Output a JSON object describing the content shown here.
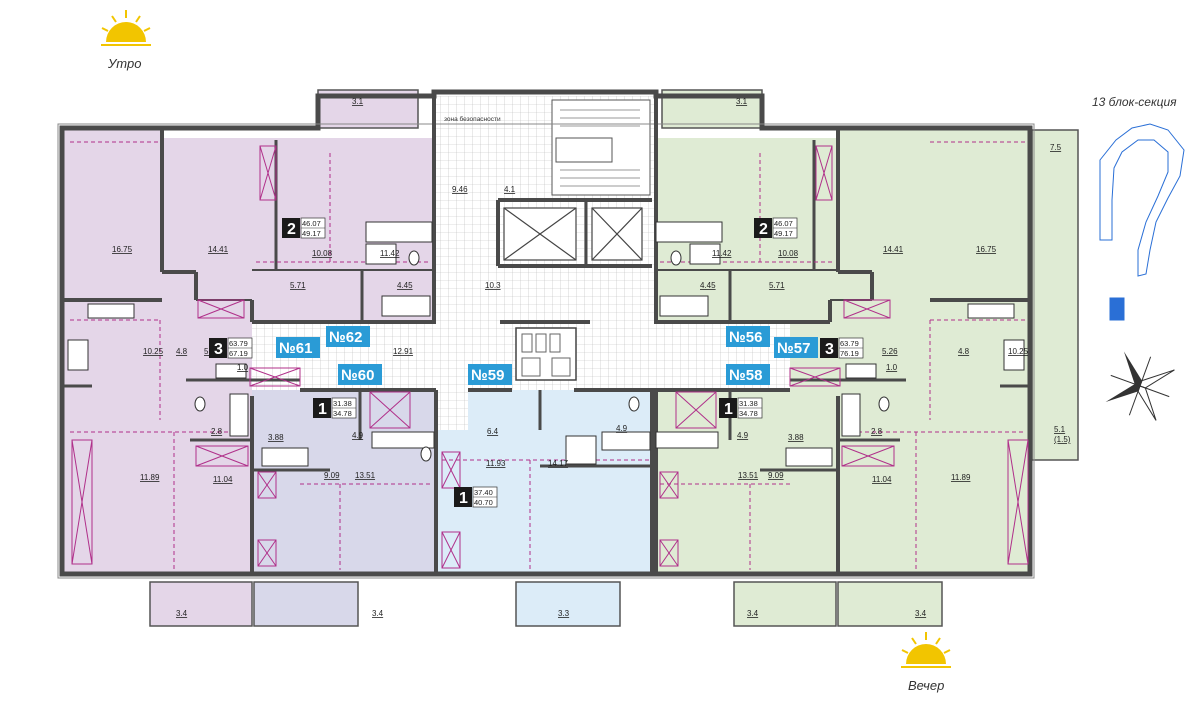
{
  "captions": {
    "morning": "Утро",
    "evening": "Вечер",
    "section": "13 блок-секция"
  },
  "zone_label": "зона безопасности",
  "apartment_tags": [
    "№62",
    "№61",
    "№60",
    "№59",
    "№56",
    "№57",
    "№58"
  ],
  "badges": [
    {
      "rooms": "2",
      "total": "46.07",
      "with_balcony": "49.17"
    },
    {
      "rooms": "3",
      "total": "63.79",
      "with_balcony": "67.19"
    },
    {
      "rooms": "1",
      "total": "31.38",
      "with_balcony": "34.78"
    },
    {
      "rooms": "1",
      "total": "37.40",
      "with_balcony": "40.70"
    },
    {
      "rooms": "2",
      "total": "46.07",
      "with_balcony": "49.17"
    },
    {
      "rooms": "3",
      "total": "63.79",
      "with_balcony": "76.19"
    },
    {
      "rooms": "1",
      "total": "31.38",
      "with_balcony": "34.78"
    }
  ],
  "room_areas": [
    "3.1",
    "3.1",
    "7.5",
    "16.75",
    "14.41",
    "10.08",
    "11.42",
    "9.46",
    "4.1",
    "11.42",
    "10.08",
    "14.41",
    "16.75",
    "5.71",
    "4.45",
    "10.3",
    "4.45",
    "5.71",
    "10.25",
    "4.8",
    "5.26",
    "12.91",
    "5.26",
    "4.8",
    "10.25",
    "1.0",
    "1.0",
    "5.1",
    "(1.5)",
    "2.8",
    "3.88",
    "4.9",
    "6.4",
    "4.9",
    "4.9",
    "3.88",
    "2.8",
    "11.89",
    "11.04",
    "9.09",
    "13.51",
    "11.93",
    "14.17",
    "13.51",
    "9.09",
    "11.04",
    "11.89",
    "3.4",
    "3.4",
    "3.3",
    "3.4",
    "3.4"
  ],
  "colors": {
    "apt_purple": "#e4d6e8",
    "apt_lilac": "#d8d8ea",
    "apt_blue": "#dcecf8",
    "apt_green": "#dfebd4",
    "tag_blue": "#2a9bd6",
    "wall": "#4a4a4a",
    "dash_magenta": "#b0308a",
    "sun": "#f2c500"
  }
}
